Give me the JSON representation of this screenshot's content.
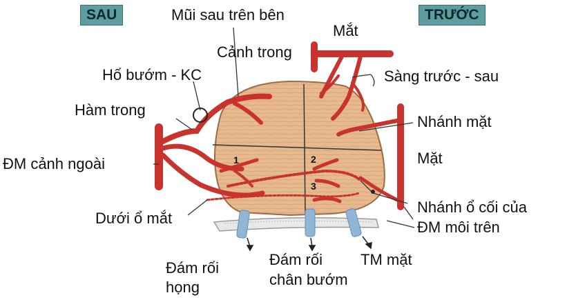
{
  "orientation": {
    "back": "SAU",
    "front": "TRƯỚC"
  },
  "labels": {
    "posterior_lateral_nasal": "Mũi sau trên bên",
    "eye": "Mắt",
    "internal_carotid": "Cảnh trong",
    "pterygoid_fossa": "Hố bướm - KC",
    "ethmoidal": "Sàng trước - sau",
    "internal_maxillary": "Hàm trong",
    "facial_branch": "Nhánh mặt",
    "external_carotid": "ĐM cảnh ngoài",
    "facial": "Mặt",
    "infraorbital": "Dưới ổ mắt",
    "alveolar_branch_line1": "Nhánh ổ cối của",
    "alveolar_branch_line2": "ĐM môi trên",
    "pharyngeal_plexus_line1": "Đám rối",
    "pharyngeal_plexus_line2": "họng",
    "pterygoid_plexus_line1": "Đám rối",
    "pterygoid_plexus_line2": "chân bướm",
    "facial_vein": "TM mặt"
  },
  "region_numbers": [
    "1",
    "2",
    "3"
  ],
  "colors": {
    "artery": "#c8332e",
    "septum": "#e2b48a",
    "vein": "#8fb6d6",
    "tag": "#5f9ea0"
  }
}
